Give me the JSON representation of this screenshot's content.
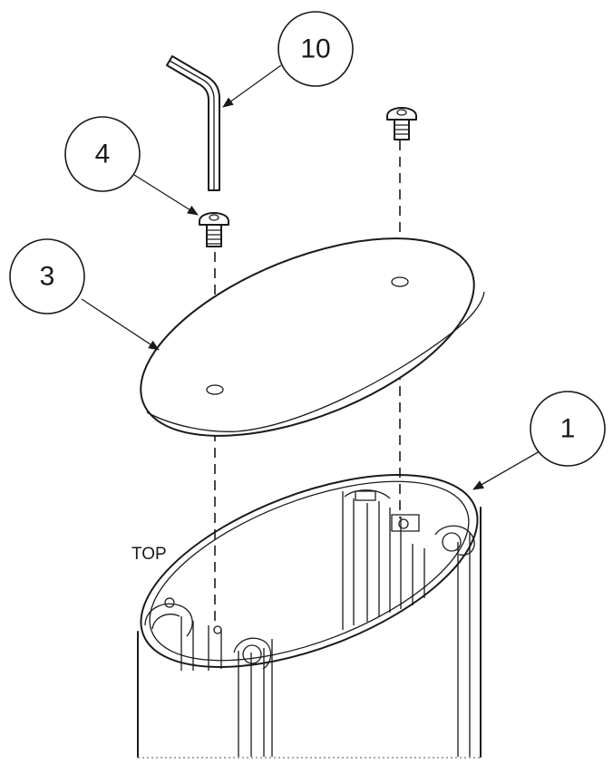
{
  "diagram": {
    "callouts": [
      {
        "id": "1",
        "label": "1"
      },
      {
        "id": "3",
        "label": "3"
      },
      {
        "id": "4",
        "label": "4"
      },
      {
        "id": "10",
        "label": "10"
      }
    ],
    "labels": {
      "top": "TOP"
    }
  }
}
